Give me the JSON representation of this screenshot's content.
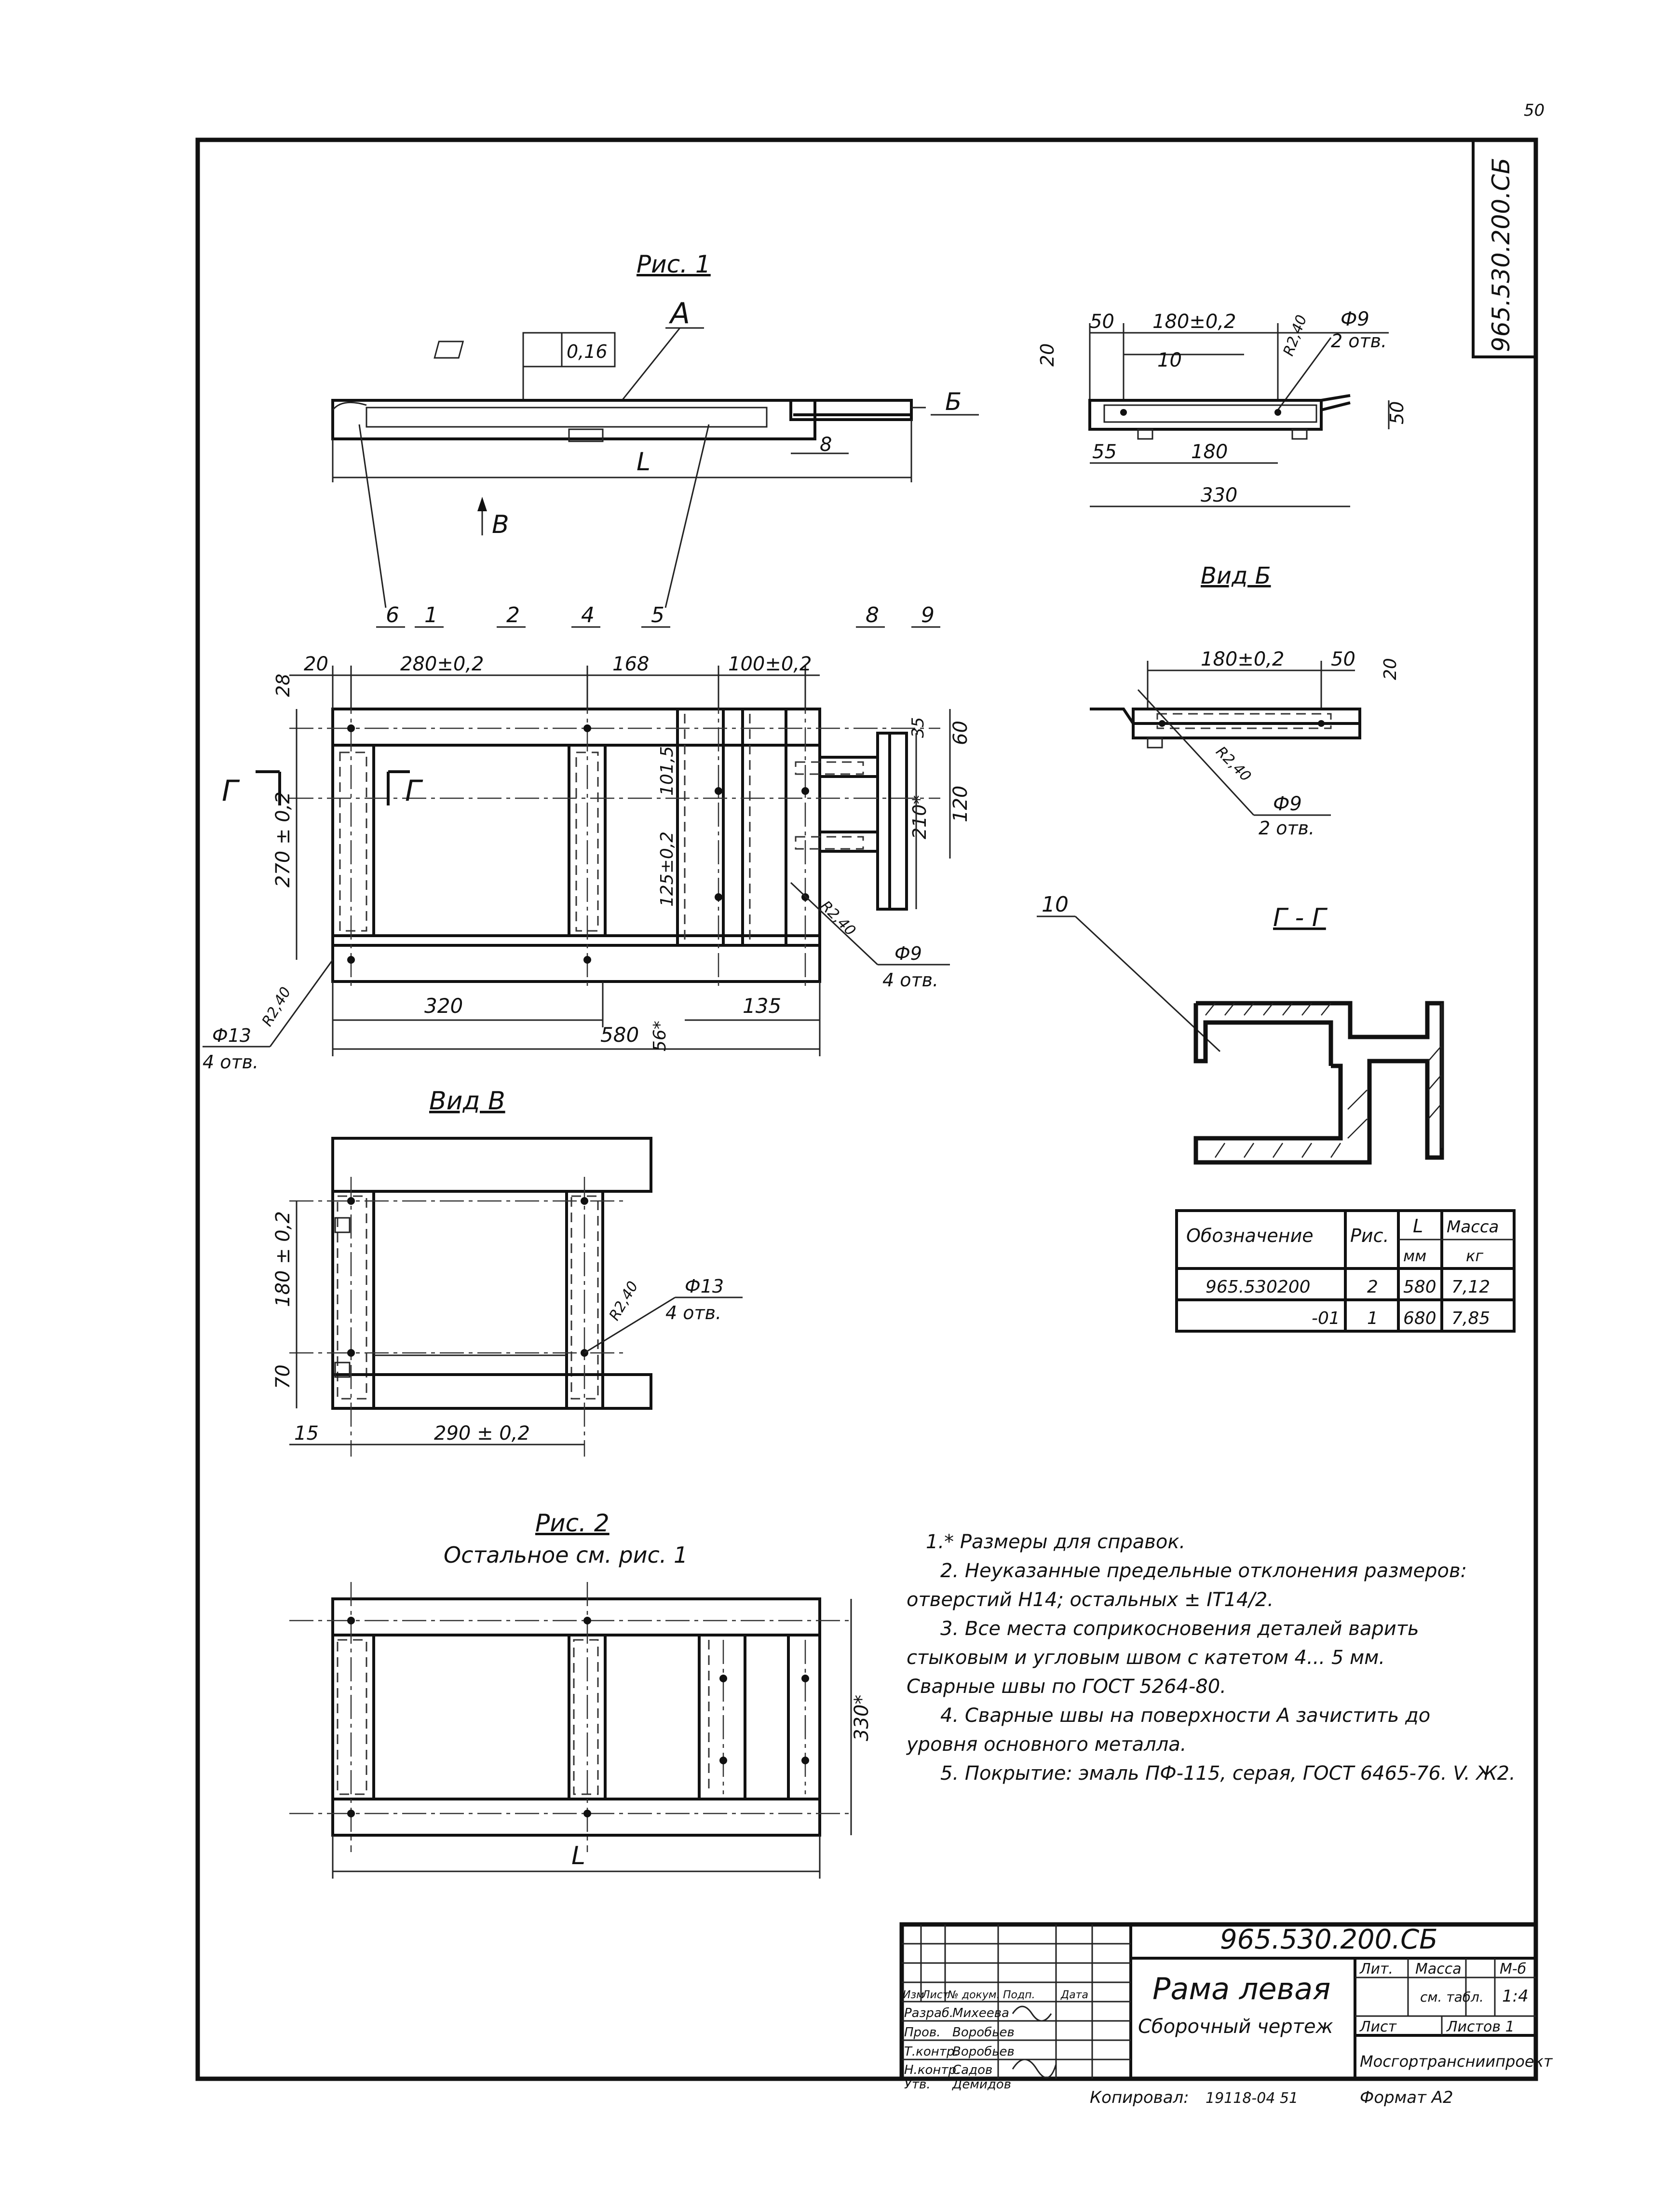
{
  "sheet": {
    "page_number": "50",
    "designation_vertical": "965.530.200.СБ"
  },
  "labels": {
    "fig1_title": "Рис. 1",
    "label_A": "A",
    "label_B": "Б",
    "label_V": "В",
    "flatness_value": "0,16",
    "dim_L": "L",
    "dim_8": "8",
    "view_b": "Вид Б",
    "view_v": "Вид В",
    "section_gg": "Г - Г",
    "sec_mark": "Г",
    "fig2_title": "Рис. 2",
    "fig2_subtitle": "Остальное см. рис. 1"
  },
  "callouts": [
    "6",
    "1",
    "2",
    "4",
    "5",
    "8",
    "9",
    "10"
  ],
  "dims": {
    "d50": "50",
    "d180_02": "180±0,2",
    "d10": "10",
    "d20": "20",
    "d55": "55",
    "d180": "180",
    "d330": "330",
    "d50v": "50",
    "phi9": "Ф9",
    "holes2": "2 отв.",
    "r": "R2,40",
    "m20": "20",
    "m280": "280±0,2",
    "m168": "168",
    "m100": "100±0,2",
    "m28": "28",
    "m270": "270 ± 0,2",
    "m125": "125±0,2",
    "m1015": "101,5",
    "m35": "35",
    "m60": "60",
    "m120": "120",
    "m210": "210*",
    "m320": "320",
    "m56": "56*",
    "m135": "135",
    "m580": "580",
    "phi13": "Ф13",
    "holes4": "4 отв.",
    "phi9b": "Ф9",
    "holes4b": "4 отв.",
    "vb180": "180±0,2",
    "vb50": "50",
    "vb20": "20",
    "vv180": "180 ± 0,2",
    "vv70": "70",
    "vv15": "15",
    "vv290": "290 ± 0,2",
    "f2_330": "330*"
  },
  "table": {
    "headers": [
      "Обозначение",
      "Рис.",
      "L",
      "Масса"
    ],
    "units": [
      "мм",
      "кг"
    ],
    "rows": [
      [
        "965.530200",
        "2",
        "580",
        "7,12"
      ],
      [
        "-01",
        "1",
        "680",
        "7,85"
      ]
    ]
  },
  "notes": [
    "1.* Размеры для справок.",
    "2. Неуказанные предельные отклонения размеров:",
    "отверстий Н14; остальных ± IT14/2.",
    "3. Все места соприкосновения деталей варить",
    "стыковым и угловым швом с катетом 4... 5 мм.",
    "Сварные швы по ГОСТ 5264-80.",
    "4. Сварные швы на поверхности А зачистить до",
    "уровня основного металла.",
    "5. Покрытие: эмаль ПФ-115, серая, ГОСТ 6465-76. V. Ж2."
  ],
  "title_block": {
    "designation": "965.530.200.СБ",
    "name": "Рама левая",
    "doc_type": "Сборочный чертеж",
    "lit": "Лит.",
    "mass": "Масса",
    "scale_label": "М-б",
    "mass_value": "см. табл.",
    "scale_value": "1:4",
    "sheet": "Лист",
    "sheets": "Листов 1",
    "org": "Мосгортрансниипроект",
    "head": [
      "Изм",
      "Лист",
      "№ докум.",
      "Подп.",
      "Дата"
    ],
    "roles": [
      [
        "Разраб.",
        "Михеева"
      ],
      [
        "Пров.",
        "Воробьев"
      ],
      [
        "Т.контр.",
        "Воробьев"
      ],
      [
        "Н.контр.",
        "Садов"
      ],
      [
        "Утв.",
        "Демидов"
      ]
    ]
  },
  "footer": {
    "copied": "Копировал:",
    "copy_no": "19118-04   51",
    "format": "Формат А2"
  }
}
